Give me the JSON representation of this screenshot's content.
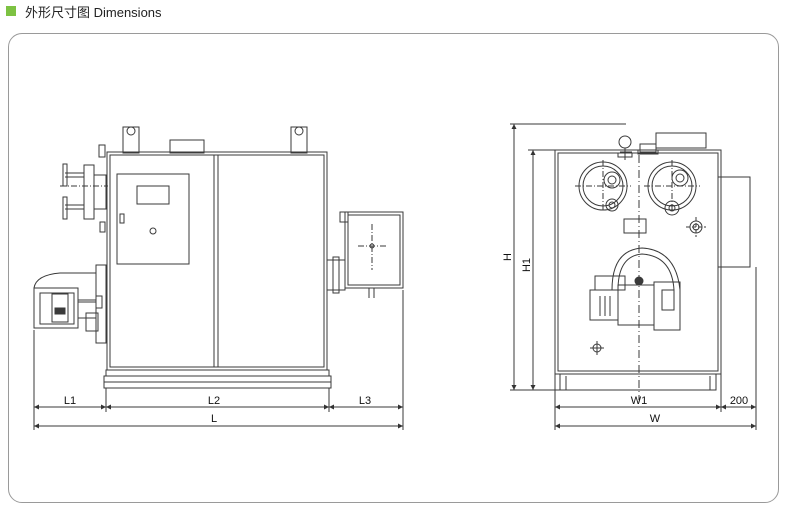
{
  "header": {
    "title": "外形尺寸图 Dimensions",
    "marker_color": "#7dc242"
  },
  "side_view": {
    "dims": {
      "l1": "L1",
      "l2": "L2",
      "l3": "L3",
      "l": "L"
    }
  },
  "front_view": {
    "dims": {
      "h": "H",
      "h1": "H1",
      "w1": "W1",
      "w": "W",
      "extra": "200"
    }
  },
  "colors": {
    "line": "#3a3a3a",
    "frame": "#9a9a9a"
  }
}
